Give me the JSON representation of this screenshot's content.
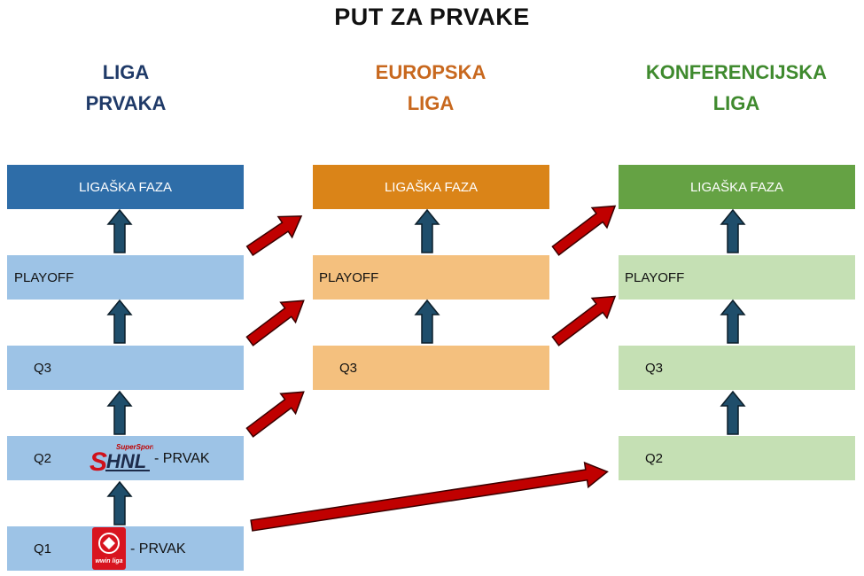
{
  "title": "PUT ZA PRVAKE",
  "columns": [
    {
      "line1": "LIGA",
      "line2": "PRVAKA",
      "color": "#1F3A68"
    },
    {
      "line1": "EUROPSKA",
      "line2": "LIGA",
      "color": "#C8681E"
    },
    {
      "line1": "KONFERENCIJSKA",
      "line2": "LIGA",
      "color": "#3F8A2E"
    }
  ],
  "boxes": {
    "ucl_league": "LIGAŠKA FAZA",
    "ucl_playoff": "PLAYOFF",
    "ucl_q3": "Q3",
    "ucl_q2": "Q2",
    "ucl_q1": "Q1",
    "uel_league": "LIGAŠKA FAZA",
    "uel_playoff": "PLAYOFF",
    "uel_q3": "Q3",
    "uecl_league": "LIGAŠKA FAZA",
    "uecl_playoff": "PLAYOFF",
    "uecl_q3": "Q3",
    "uecl_q2": "Q2"
  },
  "champion_labels": {
    "hnl": "- PRVAK",
    "wwin": "- PRVAK"
  },
  "logos": {
    "hnl": {
      "text": "HNL",
      "prefix": "S",
      "tag": "SuperSport"
    },
    "wwin": {
      "text": "wwin liga"
    }
  },
  "colors": {
    "ucl_dark": "#2E6DA8",
    "ucl_light": "#9DC3E6",
    "uel_dark": "#DA8418",
    "uel_light": "#F4C07E",
    "uecl_dark": "#65A244",
    "uecl_light": "#C5E0B4",
    "up_arrow": "#1F4E6B",
    "cross_arrow": "#C00000"
  }
}
